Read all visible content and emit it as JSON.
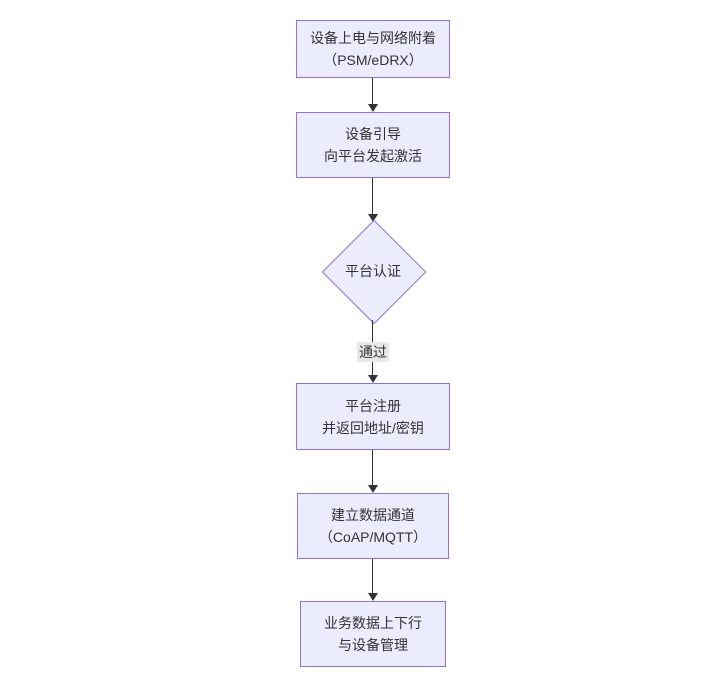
{
  "diagram": {
    "type": "flowchart",
    "direction": "top-down",
    "nodes": [
      {
        "id": "power-network-attach",
        "shape": "rect",
        "lines": [
          "设备上电与网络附着",
          "（PSM/eDRX）"
        ]
      },
      {
        "id": "bootstrap",
        "shape": "rect",
        "lines": [
          "设备引导",
          "向平台发起激活"
        ]
      },
      {
        "id": "platform-auth",
        "shape": "diamond",
        "lines": [
          "平台认证"
        ]
      },
      {
        "id": "platform-register",
        "shape": "rect",
        "lines": [
          "平台注册",
          "并返回地址/密钥"
        ]
      },
      {
        "id": "data-channel",
        "shape": "rect",
        "lines": [
          "建立数据通道",
          "（CoAP/MQTT）"
        ]
      },
      {
        "id": "business-data",
        "shape": "rect",
        "lines": [
          "业务数据上下行",
          "与设备管理"
        ]
      }
    ],
    "edges": [
      {
        "from": "power-network-attach",
        "to": "bootstrap",
        "label": ""
      },
      {
        "from": "bootstrap",
        "to": "platform-auth",
        "label": ""
      },
      {
        "from": "platform-auth",
        "to": "platform-register",
        "label": "通过"
      },
      {
        "from": "platform-register",
        "to": "data-channel",
        "label": ""
      },
      {
        "from": "data-channel",
        "to": "business-data",
        "label": ""
      }
    ],
    "colors": {
      "node_fill": "#ececff",
      "node_border": "#9370db",
      "text": "#333333",
      "edge": "#333333",
      "edge_label_bg": "#e8e8e8",
      "background": "#ffffff"
    }
  }
}
